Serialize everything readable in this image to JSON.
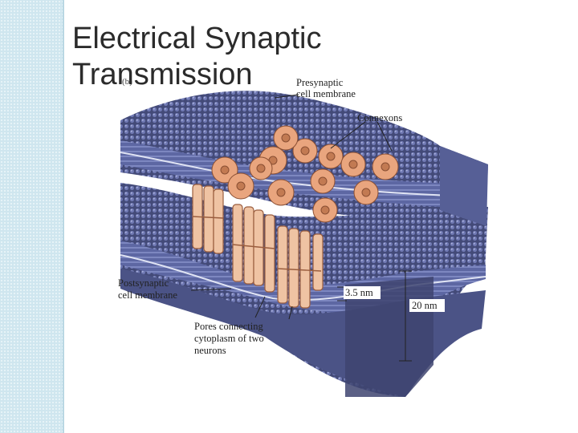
{
  "slide": {
    "title_line1": "Electrical Synaptic",
    "title_line2": "Transmission"
  },
  "figure": {
    "panel_letter": "(b)",
    "labels": {
      "presynaptic_1": "Presynaptic",
      "presynaptic_2": "cell membrane",
      "connexons": "Connexons",
      "postsynaptic_1": "Postsynaptic",
      "postsynaptic_2": "cell membrane",
      "gap": "3.5 nm",
      "total": "20 nm",
      "pores_1": "Pores connecting",
      "pores_2": "cytoplasm of two",
      "pores_3": "neurons"
    },
    "colors": {
      "membrane_dark": "#3e4470",
      "membrane_mid": "#5d67a3",
      "membrane_light": "#8f98cc",
      "connexon": "#e9a57e",
      "connexon_edge": "#8a4f33",
      "channel": "#efc3a3"
    }
  }
}
